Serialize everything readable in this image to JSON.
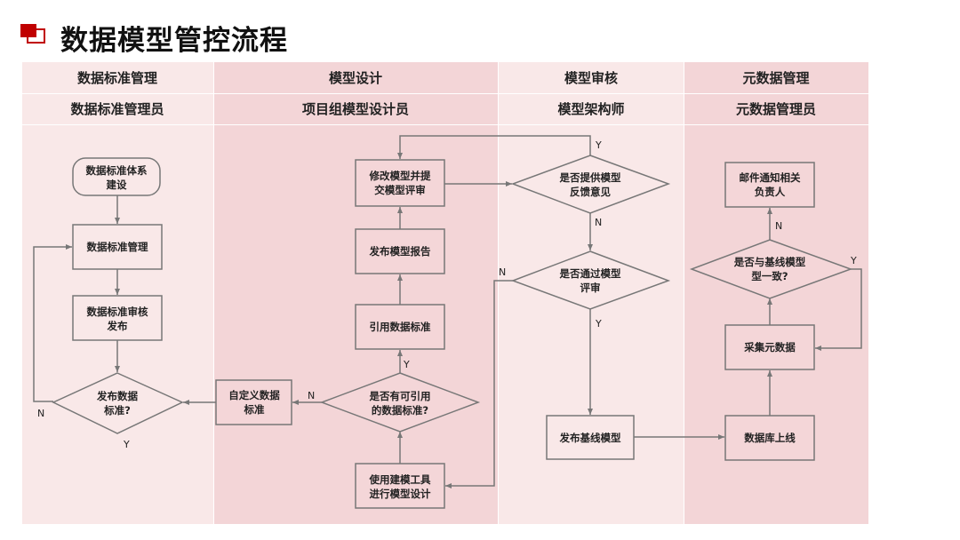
{
  "title": "数据模型管控流程",
  "colors": {
    "accent": "#c00000",
    "lane_light": "#f9e8e8",
    "lane_dark": "#f3d5d7",
    "line": "#777777"
  },
  "lanes": [
    {
      "phase": "数据标准管理",
      "role": "数据标准管理员"
    },
    {
      "phase": "模型设计",
      "role": "项目组模型设计员"
    },
    {
      "phase": "模型审核",
      "role": "模型架构师"
    },
    {
      "phase": "元数据管理",
      "role": "元数据管理员"
    }
  ],
  "nodes": {
    "std_system": [
      "数据标准体系",
      "建设"
    ],
    "std_manage": [
      "数据标准管理"
    ],
    "std_review": [
      "数据标准审核",
      "发布"
    ],
    "std_publish_q": [
      "发布数据",
      "标准?"
    ],
    "custom_std": [
      "自定义数据",
      "标准"
    ],
    "has_std_q": [
      "是否有可引用",
      "的数据标准?"
    ],
    "ref_std": [
      "引用数据标准"
    ],
    "publish_report": [
      "发布模型报告"
    ],
    "modify_submit": [
      "修改模型并提",
      "交模型评审"
    ],
    "use_tool": [
      "使用建模工具",
      "进行模型设计"
    ],
    "feedback_q": [
      "是否提供模型",
      "反馈意见"
    ],
    "pass_q": [
      "是否通过模型",
      "评审"
    ],
    "publish_baseline": [
      "发布基线模型"
    ],
    "db_online": [
      "数据库上线"
    ],
    "collect_meta": [
      "采集元数据"
    ],
    "consistent_q": [
      "是否与基线模型",
      "型一致?"
    ],
    "email_notify": [
      "邮件通知相关",
      "负责人"
    ]
  },
  "edge_labels": {
    "std_n": "N",
    "std_y": "Y",
    "has_n": "N",
    "has_y": "Y",
    "fb_y": "Y",
    "fb_n": "N",
    "pass_n": "N",
    "pass_y": "Y",
    "cons_n": "N",
    "cons_y": "Y"
  }
}
